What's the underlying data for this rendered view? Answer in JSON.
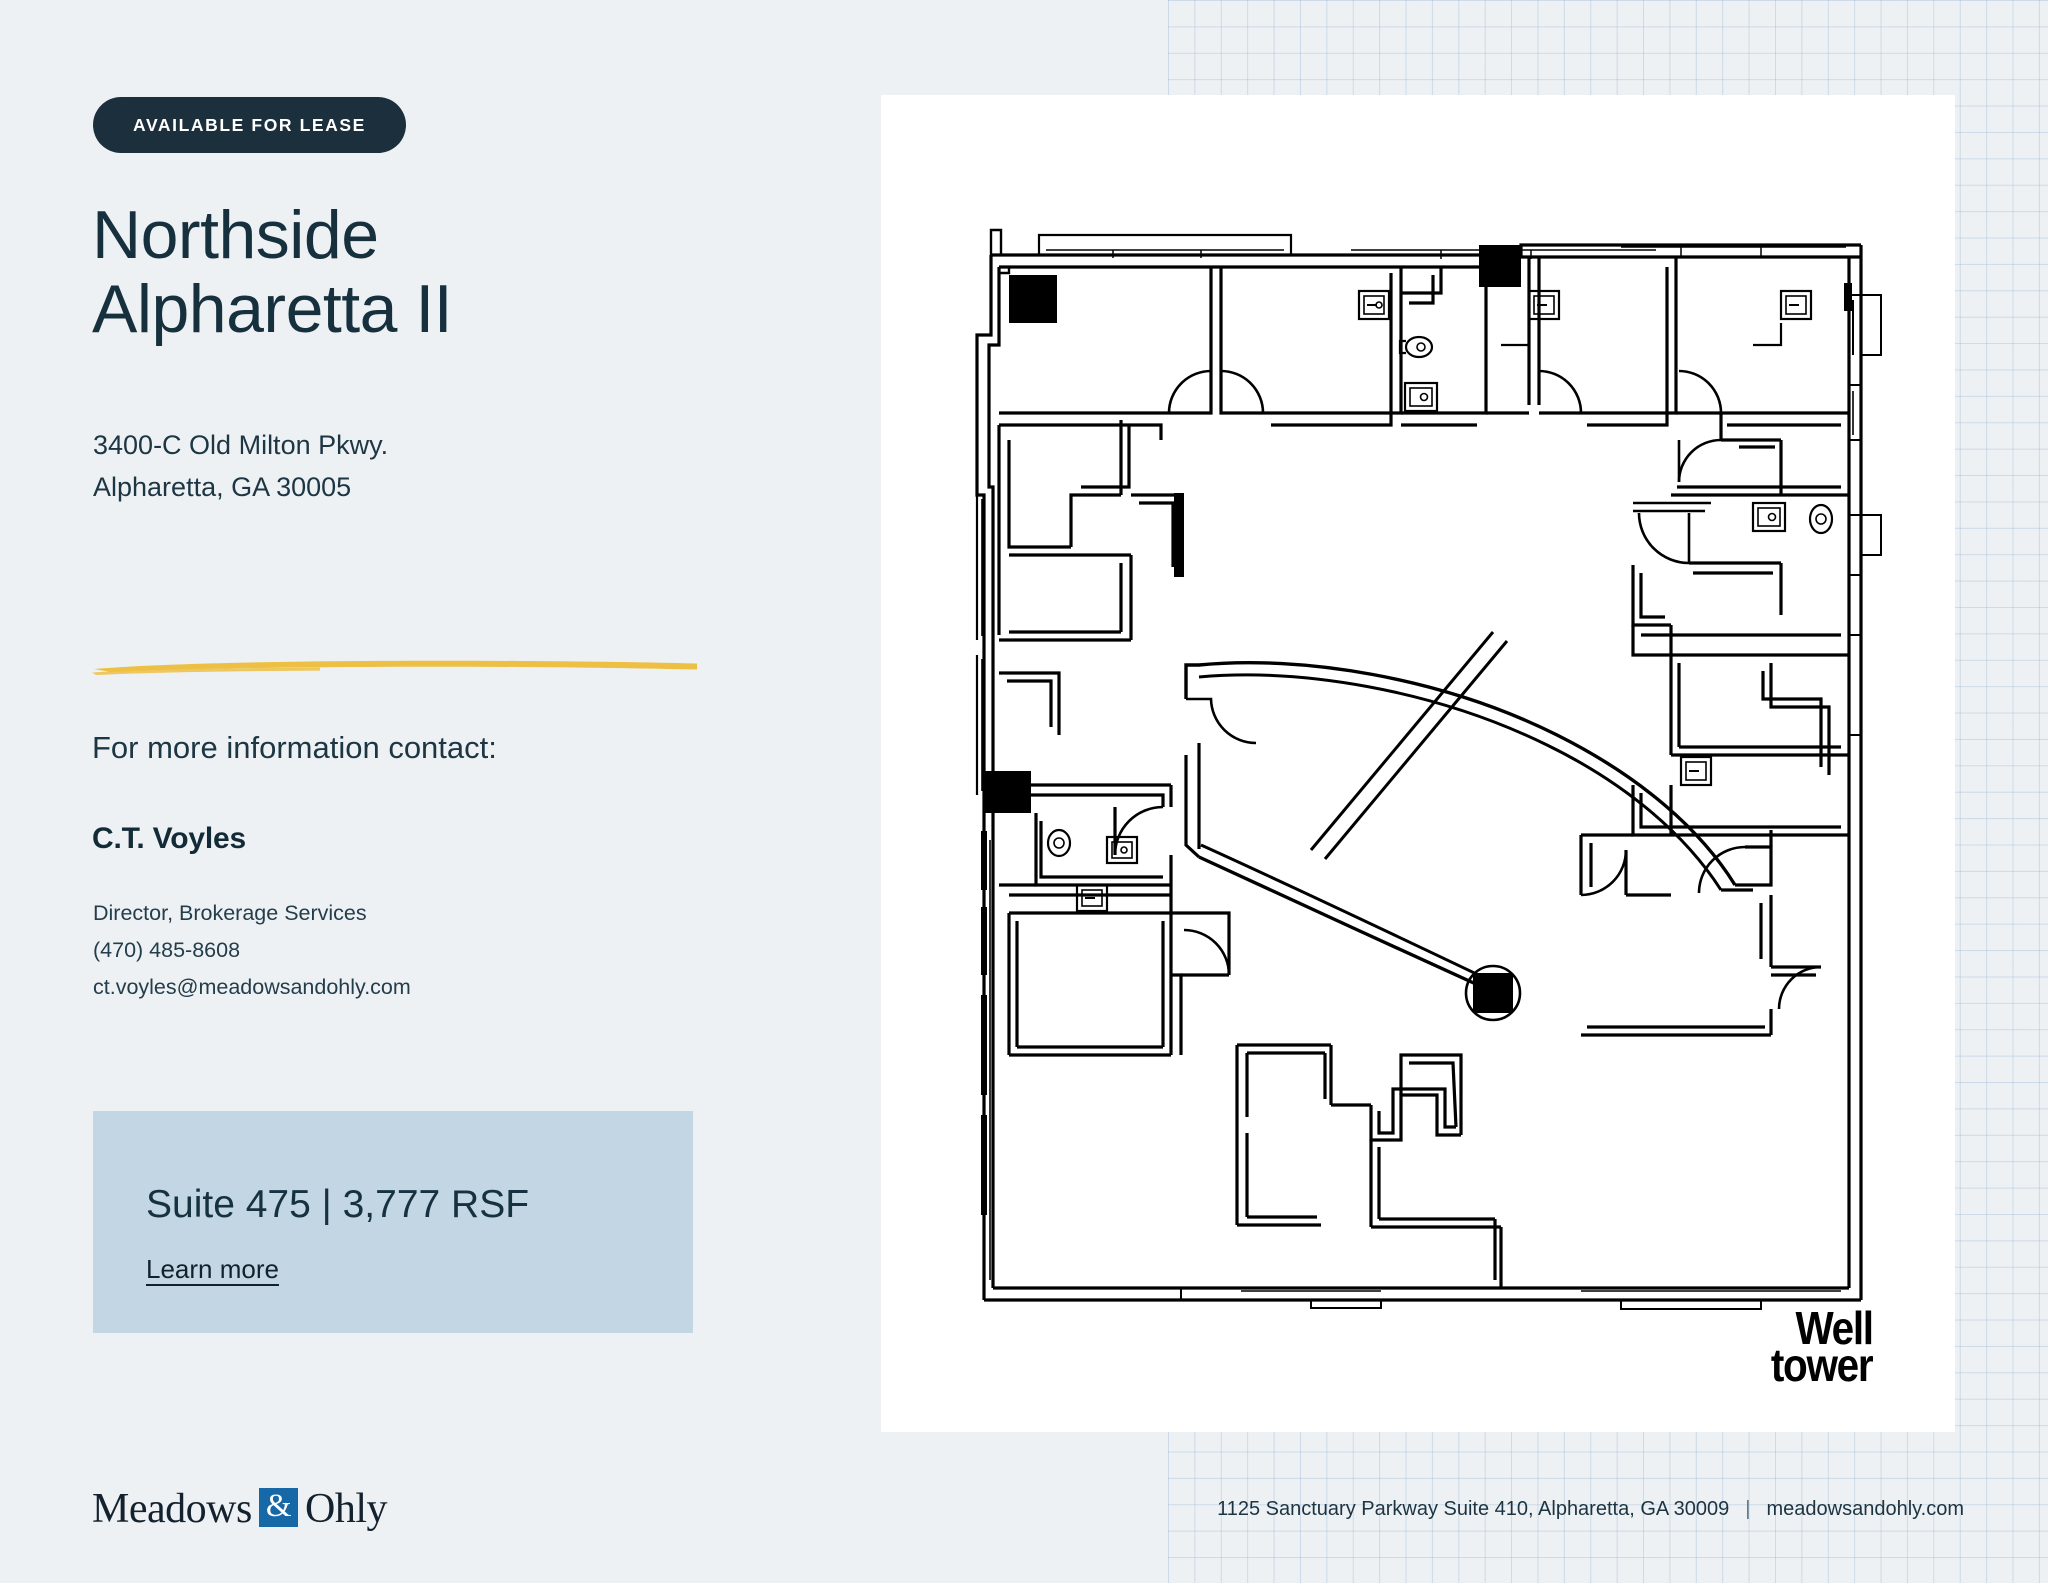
{
  "badge": {
    "label": "AVAILABLE FOR LEASE"
  },
  "property": {
    "title_line1": "Northside",
    "title_line2": "Alpharetta II",
    "address_line1": "3400-C Old Milton Pkwy.",
    "address_line2": "Alpharetta, GA 30005"
  },
  "contact": {
    "heading": "For more information contact:",
    "name": "C.T. Voyles",
    "role": "Director, Brokerage Services",
    "phone": "(470) 485-8608",
    "email": "ct.voyles@meadowsandohly.com"
  },
  "suite": {
    "title": "Suite 475  |  3,777 RSF",
    "link_label": "Learn more"
  },
  "brand": {
    "logo_part1": "Meadows",
    "logo_amp": "&",
    "logo_part2": "Ohly",
    "plan_logo_line1": "Well",
    "plan_logo_line2": "tower"
  },
  "footer": {
    "address": "1125 Sanctuary Parkway Suite 410, Alpharetta, GA 30009",
    "separator": "|",
    "website": "meadowsandohly.com"
  },
  "colors": {
    "page_bg": "#eef1f4",
    "badge_bg": "#1b2f3c",
    "accent_yellow": "#edc043",
    "suite_card_bg": "#c3d6e3",
    "logo_blue": "#1668a7",
    "text_navy": "#16303d"
  },
  "floorplan": {
    "type": "architectural-floor-plan",
    "description": "Suite 475 office floor plan: perimeter private offices along top and right, curved central corridor with round column, restrooms, open work area at lower left and bottom."
  }
}
